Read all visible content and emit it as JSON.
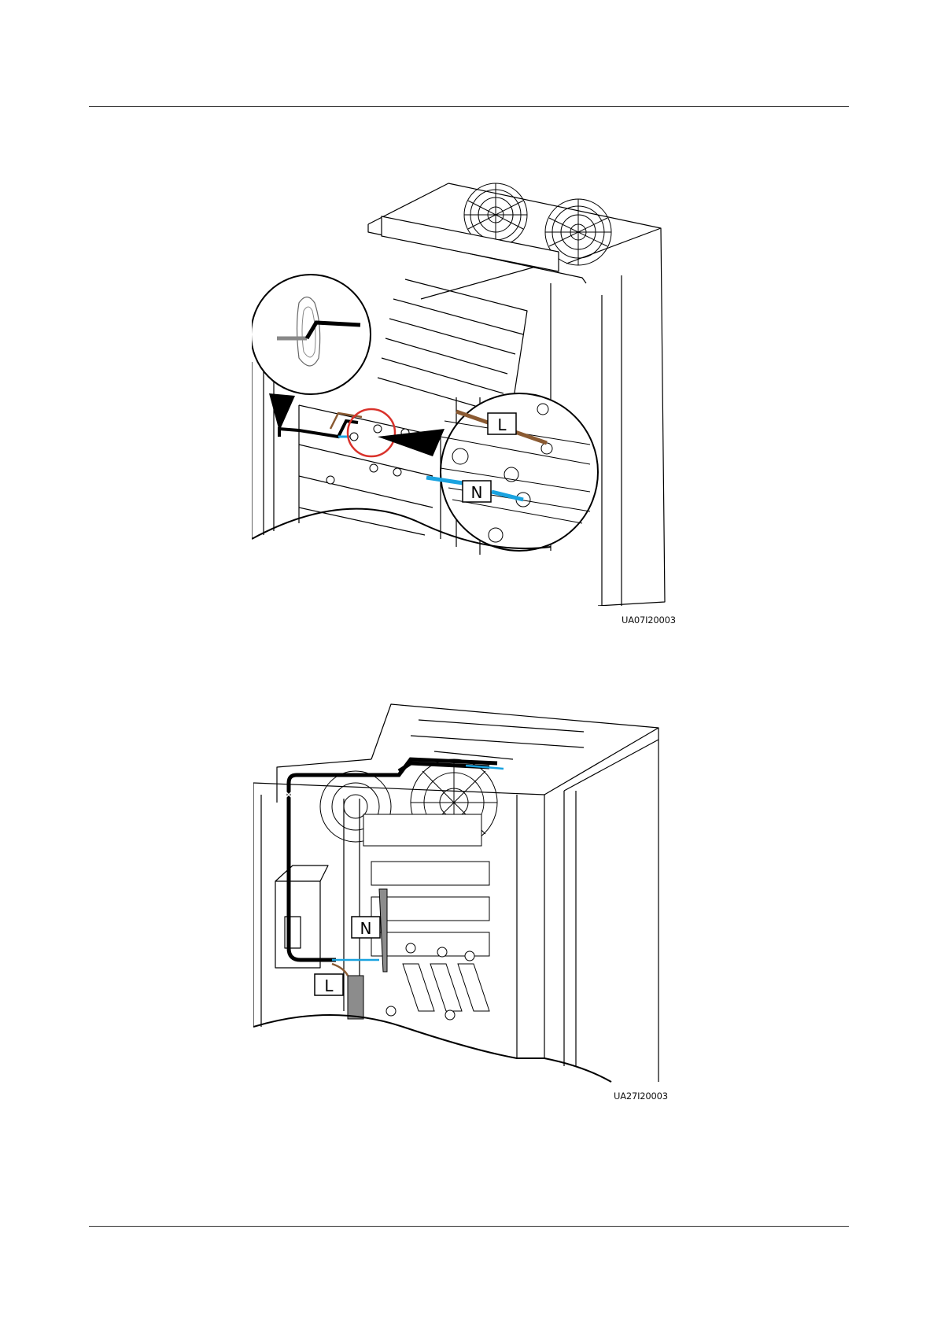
{
  "figures": [
    {
      "code": "UA07I20003",
      "callouts": {
        "top": "L",
        "bottom": "N"
      },
      "colors": {
        "live": "#8a5a32",
        "neutral": "#1aa3e0",
        "highlight": "#d9322b"
      }
    },
    {
      "code": "UA27I20003",
      "callouts": {
        "top": "N",
        "bottom": "L"
      },
      "colors": {
        "live": "#8a5a32",
        "neutral": "#1aa3e0",
        "busbar": "#8c8c8c"
      }
    }
  ]
}
